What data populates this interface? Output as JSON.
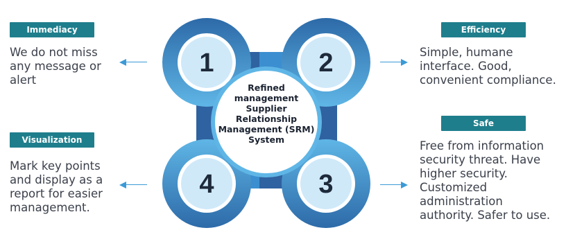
{
  "center": {
    "lines": [
      "Refined",
      "management",
      "Supplier",
      "Relationship",
      "Management (SRM)",
      "System"
    ]
  },
  "features": [
    {
      "number": "1",
      "title": "Immediacy",
      "lines": [
        "We do not miss",
        "any message or",
        "alert"
      ]
    },
    {
      "number": "2",
      "title": "Efficiency",
      "lines": [
        "Simple, humane",
        "interface. Good,",
        "convenient compliance."
      ]
    },
    {
      "number": "3",
      "title": "Safe",
      "lines": [
        "Free from information",
        "security threat. Have",
        "higher security.",
        "Customized",
        "administration",
        "authority. Safer to use."
      ]
    },
    {
      "number": "4",
      "title": "Visualization",
      "lines": [
        "Mark key points",
        "and display as a",
        "report for easier",
        "management."
      ]
    }
  ],
  "colors": {
    "badge": "#1f7e8c",
    "arrow": "#3b9ad6",
    "ring_outer": "#2e6eaa",
    "ring_inner": "#5fb6e6",
    "ring_accent": "#3a9fd8",
    "circle_fill": "#cfe9f9",
    "number_text": "#1e2a3a"
  }
}
